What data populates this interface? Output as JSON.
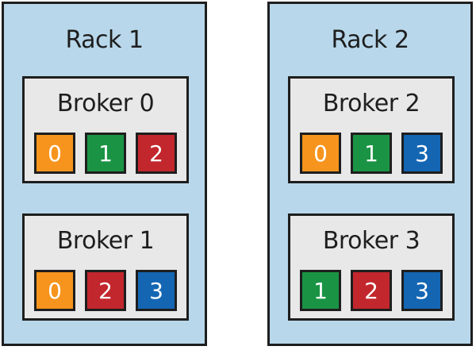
{
  "partition_colors": {
    "0": "#f7941d",
    "1": "#1a9444",
    "2": "#c2272d",
    "3": "#1466b3"
  },
  "racks": [
    {
      "title": "Rack 1",
      "brokers": [
        {
          "title": "Broker 0",
          "partitions": [
            "0",
            "1",
            "2"
          ]
        },
        {
          "title": "Broker 1",
          "partitions": [
            "0",
            "2",
            "3"
          ]
        }
      ]
    },
    {
      "title": "Rack 2",
      "brokers": [
        {
          "title": "Broker 2",
          "partitions": [
            "0",
            "1",
            "3"
          ]
        },
        {
          "title": "Broker 3",
          "partitions": [
            "1",
            "2",
            "3"
          ]
        }
      ]
    }
  ]
}
